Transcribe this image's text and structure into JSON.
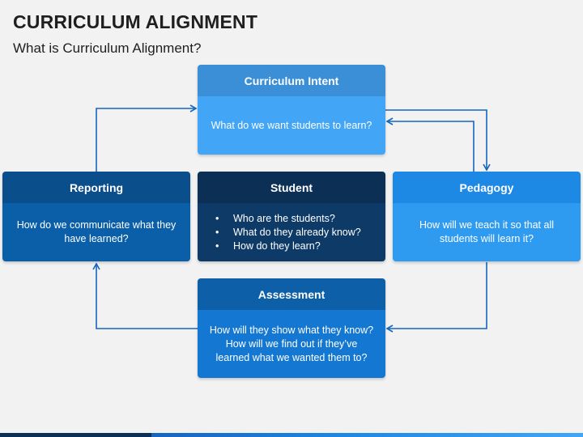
{
  "title": "CURRICULUM ALIGNMENT",
  "subtitle": "What is Curriculum Alignment?",
  "boxes": {
    "intent": {
      "heading": "Curriculum Intent",
      "text": "What do we want students to learn?"
    },
    "reporting": {
      "heading": "Reporting",
      "text": "How do we communicate what they have learned?"
    },
    "student": {
      "heading": "Student",
      "bullets": [
        "Who are the students?",
        "What do they already know?",
        "How do they learn?"
      ]
    },
    "pedagogy": {
      "heading": "Pedagogy",
      "text": "How will we teach it so that all students will learn it?"
    },
    "assessment": {
      "heading": "Assessment",
      "text": "How will they show what they know? How will we find out if they’ve learned what we wanted them to?"
    }
  },
  "colors": {
    "arrow": "#1565c0",
    "intent": "#42a5f5",
    "reporting": "#0a5fa8",
    "student": "#0e3a68",
    "pedagogy": "#2f9bf0",
    "assessment": "#1478d2"
  }
}
